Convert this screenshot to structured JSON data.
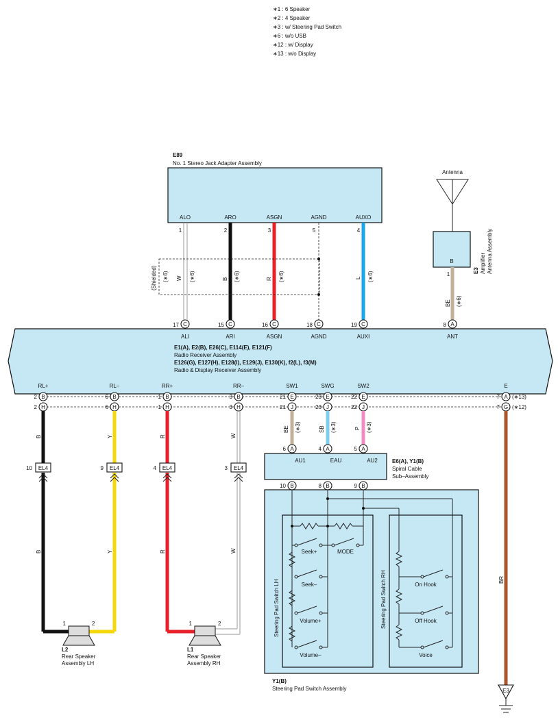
{
  "notes": [
    "∗1 : 6 Speaker",
    "∗2 : 4 Speaker",
    "∗3 : w/ Steering Pad Switch",
    "∗6 : w/o USB",
    "∗12 : w/ Display",
    "∗13 : w/o Display"
  ],
  "e89": {
    "code": "E89",
    "name": "No. 1 Stereo Jack Adapter Assembly",
    "terminals": [
      "ALO",
      "ARO",
      "ASGN",
      "AGND",
      "AUXO"
    ],
    "pins": [
      "1",
      "2",
      "3",
      "5",
      "4"
    ]
  },
  "jack_wires": {
    "colors": [
      "W",
      "B",
      "R",
      "L"
    ],
    "opt": "(∗6)",
    "shielded": "(Shielded)"
  },
  "antenna": {
    "label": "Antenna",
    "code": "E3",
    "name1": "Amplifier",
    "name2": "Antenna Assembly",
    "term": "B",
    "pin": "1",
    "wire": "BE",
    "opt": "(∗6)"
  },
  "radio": {
    "line1": "E1(A), E2(B), E26(C), E114(E), E121(F)",
    "line2": "Radio Receiver Assembly",
    "line3": "E126(G), E127(H), E128(I), E129(J), E130(K), f2(L), f3(M)",
    "line4": "Radio & Display Receiver Assembly",
    "top_terms": [
      "ALI",
      "ARI",
      "ASGN",
      "AGND",
      "AUXI",
      "ANT"
    ],
    "top_pins": [
      "17",
      "15",
      "16",
      "18",
      "19",
      "8"
    ],
    "top_conn": [
      "C",
      "C",
      "C",
      "C",
      "C",
      "A"
    ],
    "bot_terms": [
      "RL+",
      "RL–",
      "RR+",
      "RR–",
      "SW1",
      "SWG",
      "SW2",
      "E"
    ],
    "row1_pins": [
      "2",
      "6",
      "1",
      "3",
      "21",
      "23",
      "22",
      "7"
    ],
    "row1_conn": [
      "B",
      "B",
      "B",
      "B",
      "E",
      "E",
      "E",
      "A"
    ],
    "row2_pins": [
      "2",
      "6",
      "1",
      "3",
      "21",
      "23",
      "22",
      "7"
    ],
    "row2_conn": [
      "H",
      "H",
      "H",
      "H",
      "J",
      "J",
      "J",
      "G"
    ],
    "opt13": "(∗13)",
    "opt12": "(∗12)"
  },
  "speaker_wires": {
    "colors": [
      "B",
      "Y",
      "R",
      "W"
    ],
    "el4_pins": [
      "10",
      "9",
      "4",
      "3"
    ],
    "el4": "EL4"
  },
  "sw_wires": {
    "colors": [
      "BE",
      "SB",
      "P"
    ],
    "opt": "(∗3)",
    "e_wire": "BR"
  },
  "spiral": {
    "code": "E6(A), Y1(B)",
    "name1": "Spiral Cable",
    "name2": "Sub–Assembly",
    "terms": [
      "AU1",
      "EAU",
      "AU2"
    ],
    "top_pins": [
      "6",
      "4",
      "5"
    ],
    "top_conn": [
      "A",
      "A",
      "A"
    ],
    "bot_pins": [
      "10",
      "8",
      "9"
    ],
    "bot_conn": [
      "B",
      "B",
      "B"
    ]
  },
  "speakers": [
    {
      "code": "L2",
      "name1": "Rear Speaker",
      "name2": "Assembly LH",
      "p1": "1",
      "p2": "2"
    },
    {
      "code": "L1",
      "name1": "Rear Speaker",
      "name2": "Assembly RH",
      "p1": "1",
      "p2": "2"
    }
  ],
  "steering": {
    "code": "Y1(B)",
    "name": "Steering Pad Switch Assembly",
    "lh_label": "Steering Pad Switch LH",
    "rh_label": "Steering Pad Switch RH",
    "lh_switches": [
      "Seek+",
      "MODE",
      "Seek–",
      "Volume+",
      "Volume–"
    ],
    "rh_switches": [
      "On Hook",
      "Off Hook",
      "Voice"
    ]
  },
  "ground": "E3"
}
